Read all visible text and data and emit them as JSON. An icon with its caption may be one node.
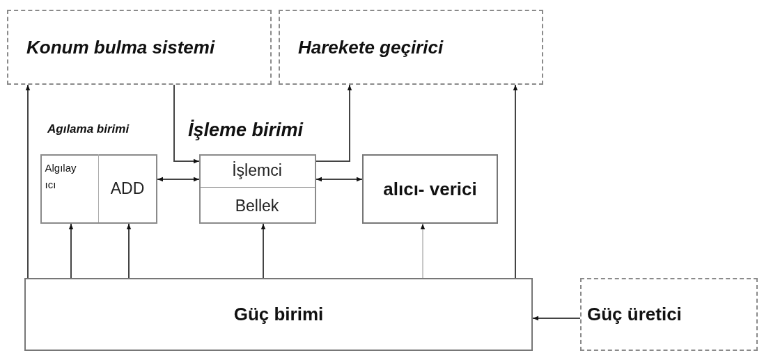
{
  "diagram": {
    "nodes": [
      {
        "text": [
          "Konum bulma sistemi"
        ]
      },
      {
        "text": [
          "Harekete geçirici"
        ]
      },
      {
        "text": [
          "Agılama birimi"
        ]
      },
      {
        "text": [
          "Algılay ıcı"
        ],
        "in": 2
      },
      {
        "text": [
          "ADD"
        ],
        "in": 2
      },
      {
        "text": [
          "İşleme birimi"
        ]
      },
      {
        "text": [
          "İşlemci"
        ],
        "in": 5
      },
      {
        "text": [
          "Bellek"
        ],
        "in": 5
      },
      {
        "text": [
          "alıcı- verici"
        ]
      },
      {
        "text": [
          "Güç birimi"
        ]
      },
      {
        "text": [
          "Güç üretici"
        ]
      }
    ],
    "edges": [
      {
        "from": 9,
        "to": 0,
        "arrow": "to"
      },
      {
        "from": 9,
        "to": 3,
        "arrow": "to"
      },
      {
        "from": 9,
        "to": 4,
        "arrow": "to"
      },
      {
        "from": 9,
        "to": 7,
        "arrow": "to"
      },
      {
        "from": 9,
        "to": 8,
        "arrow": "to",
        "color": "#c8c8c8"
      },
      {
        "from": 9,
        "to": 1,
        "arrow": "to"
      },
      {
        "from": 0,
        "to": 6,
        "arrow": "to"
      },
      {
        "from": 6,
        "to": 1,
        "arrow": "to"
      },
      {
        "from": 4,
        "to": 6,
        "arrow": "both"
      },
      {
        "from": 6,
        "to": 8,
        "arrow": "both"
      },
      {
        "from": 10,
        "to": 9,
        "arrow": "to"
      }
    ]
  }
}
